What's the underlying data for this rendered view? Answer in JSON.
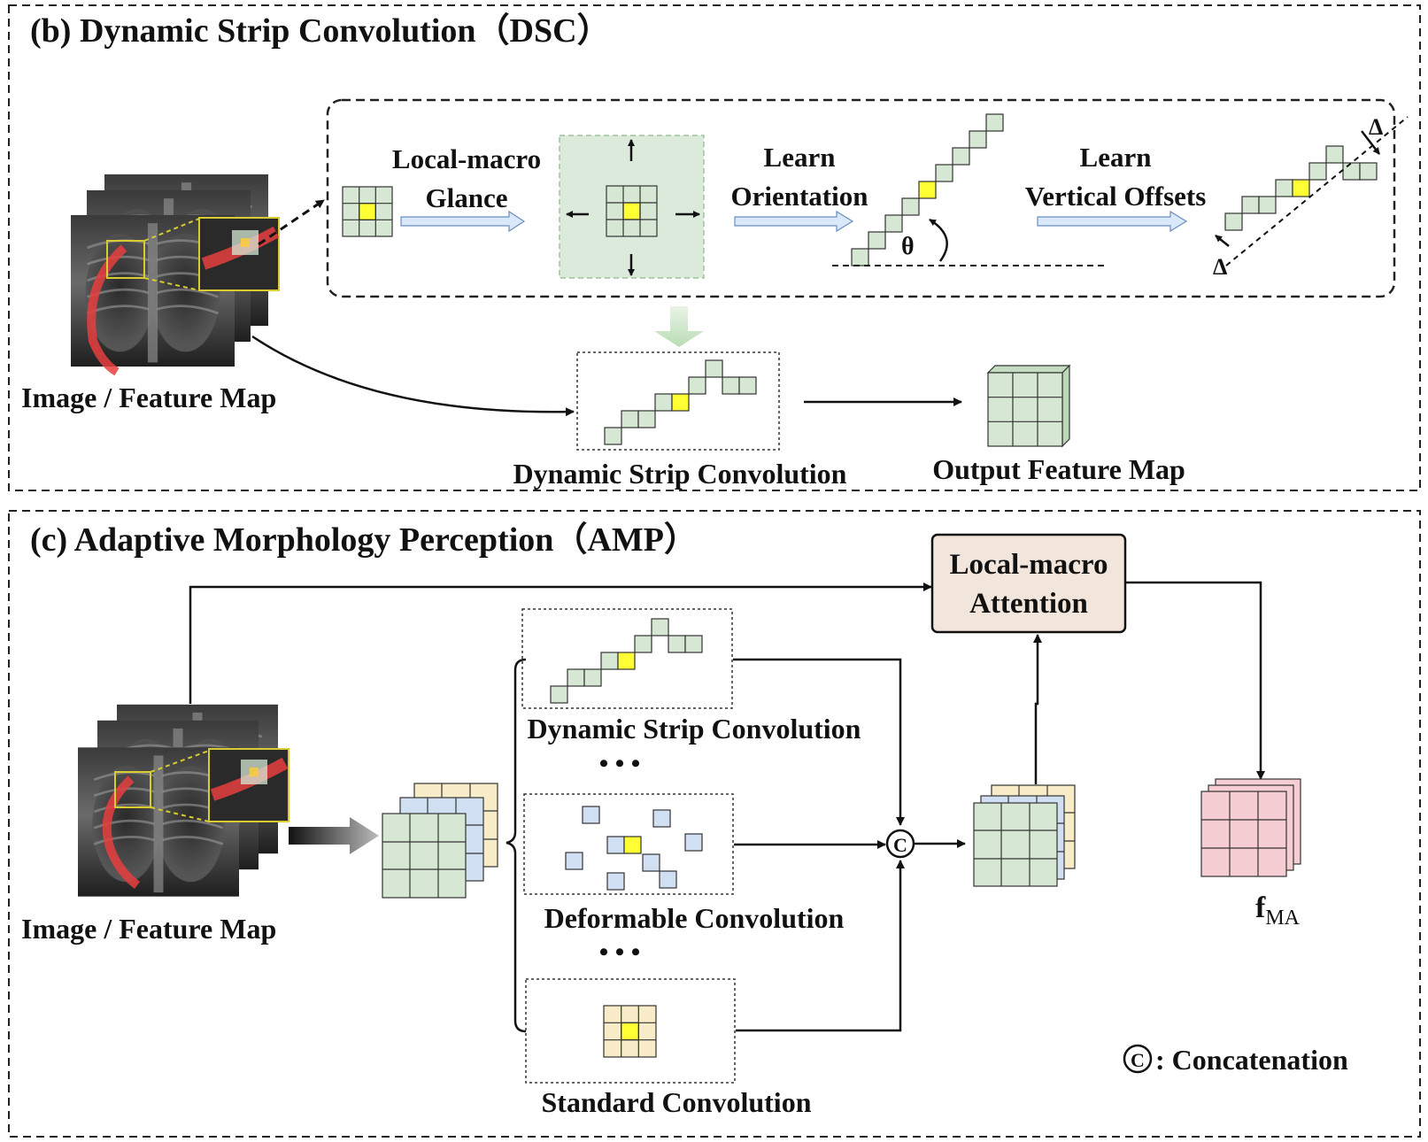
{
  "panel_b": {
    "title": "(b) Dynamic Strip Convolution（DSC）",
    "input_label": "Image / Feature Map",
    "step1_line1": "Local-macro",
    "step1_line2": "Glance",
    "step2_line1": "Learn",
    "step2_line2": "Orientation",
    "theta": "θ",
    "step3_line1": "Learn",
    "step3_line2": "Vertical Offsets",
    "delta": "Δ",
    "dsc_label": "Dynamic Strip Convolution",
    "output_label": "Output Feature Map"
  },
  "panel_c": {
    "title": "(c) Adaptive Morphology Perception（AMP）",
    "input_label": "Image / Feature Map",
    "attention_line1": "Local-macro",
    "attention_line2": "Attention",
    "branch1_label": "Dynamic Strip Convolution",
    "branch2_label": "Deformable Convolution",
    "branch3_label": "Standard Convolution",
    "ellipsis": "•  •  •",
    "concat_symbol": "C",
    "output_main": "f",
    "output_sub": "MA",
    "legend_symbol": "C",
    "legend_text": ": Concatenation"
  },
  "colors": {
    "grid_green": "#d6e8d4",
    "highlight_yellow": "#ffff33",
    "cube_blue": "#d0e0f2",
    "cube_beige": "#f8ecc8",
    "cube_pink": "#f6cdd3",
    "attention_fill": "#f2e6dc",
    "arrow_fill": "#dae8fc",
    "curve_red": "#e64040"
  }
}
